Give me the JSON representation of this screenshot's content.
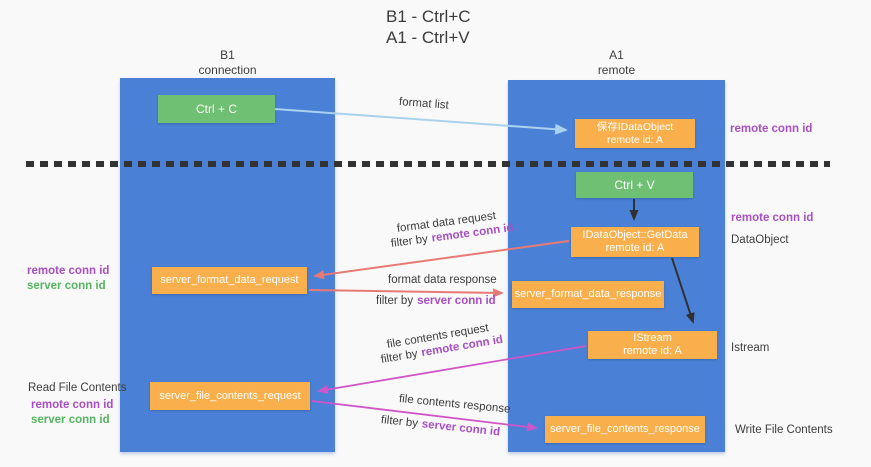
{
  "title": {
    "line1": "B1 - Ctrl+C",
    "line2": "A1 - Ctrl+V"
  },
  "lanes": {
    "b1": {
      "header_line1": "B1",
      "header_line2": "connection"
    },
    "a1": {
      "header_line1": "A1",
      "header_line2": "remote"
    }
  },
  "nodes": {
    "ctrl_c": {
      "label": "Ctrl + C"
    },
    "ctrl_v": {
      "label": "Ctrl + V"
    },
    "save_idataobject": {
      "line1": "保存IDataObject",
      "line2": "remote id: A"
    },
    "idataobject_getdata": {
      "line1": "IDataObject::GetData",
      "line2": "remote id: A"
    },
    "istream": {
      "line1": "IStream",
      "line2": "remote id: A"
    },
    "server_format_data_request": {
      "label": "server_format_data_request"
    },
    "server_format_data_response": {
      "label": "server_format_data_response"
    },
    "server_file_contents_request": {
      "label": "server_file_contents_request"
    },
    "server_file_contents_response": {
      "label": "server_file_contents_response"
    }
  },
  "edge_labels": {
    "format_list": "format list",
    "format_data_request": "format data request",
    "format_data_response": "format data response",
    "file_contents_request": "file contents request",
    "file_contents_response": "file contents response",
    "filter_by": "filter by",
    "remote_conn_id": "remote conn id",
    "server_conn_id": "server conn id"
  },
  "side_labels": {
    "remote_conn_id_top_right": "remote conn id",
    "remote_conn_id_mid_right": "remote conn id",
    "dataobject": "DataObject",
    "istream": "Istream",
    "write_file_contents": "Write File Contents",
    "read_file_contents": "Read File Contents",
    "remote_conn_id_left_1": "remote conn id",
    "server_conn_id_left_1": "server conn id",
    "remote_conn_id_left_2": "remote conn id",
    "server_conn_id_left_2": "server conn id"
  },
  "colors": {
    "lane_blue": "#4a80d6",
    "node_green": "#6fc072",
    "node_orange": "#f9af4b",
    "arrow_light_blue": "#a9d2ef",
    "arrow_salmon": "#e87a74",
    "arrow_magenta": "#d055c6",
    "arrow_black": "#303030",
    "text_purple": "#a94fc2",
    "text_green": "#55b45f",
    "text_dark": "#3d3d3d"
  }
}
